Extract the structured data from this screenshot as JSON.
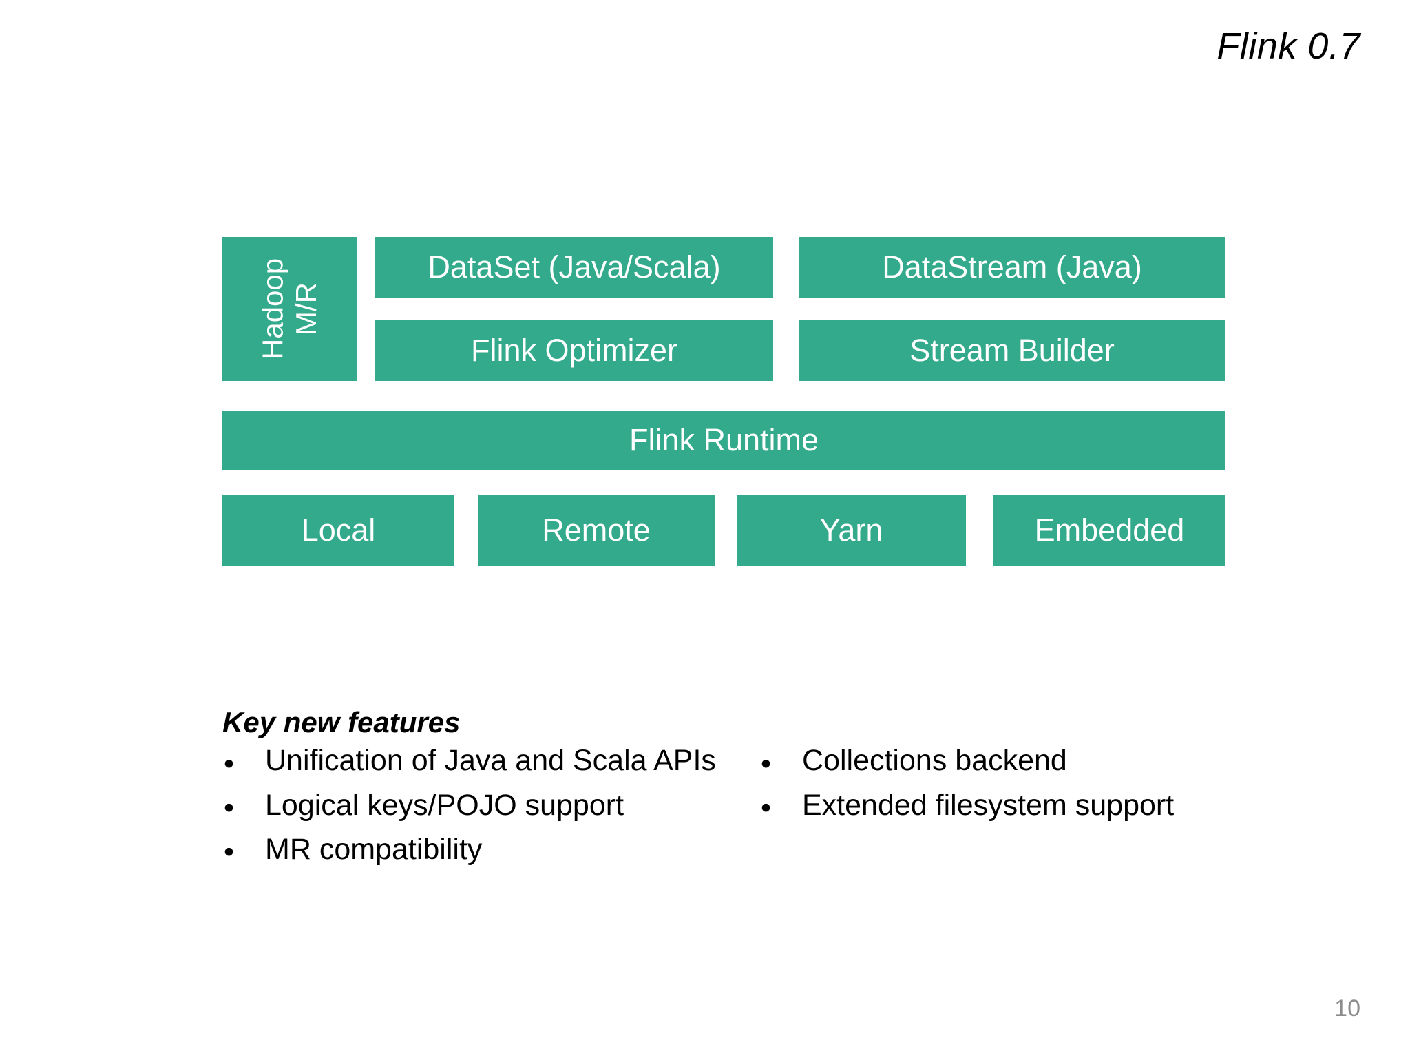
{
  "slide": {
    "title": "Flink 0.7",
    "page_number": "10",
    "accent_color": "#33AA8B",
    "text_color": "#000000",
    "box_text_color": "#FFFFFF",
    "page_number_color": "#8C8C8C"
  },
  "diagram": {
    "type": "stack-architecture",
    "layers": {
      "hadoop": "Hadoop\nM/R",
      "dataset": "DataSet (Java/Scala)",
      "datastream": "DataStream (Java)",
      "optimizer": "Flink Optimizer",
      "builder": "Stream Builder",
      "runtime": "Flink Runtime",
      "local": "Local",
      "remote": "Remote",
      "yarn": "Yarn",
      "embedded": "Embedded"
    }
  },
  "features": {
    "heading": "Key new features",
    "left_column": [
      "Unification of Java and Scala APIs",
      "Logical keys/POJO support",
      "MR compatibility"
    ],
    "right_column": [
      "Collections backend",
      "Extended filesystem support"
    ],
    "bullet_glyph": "•"
  }
}
